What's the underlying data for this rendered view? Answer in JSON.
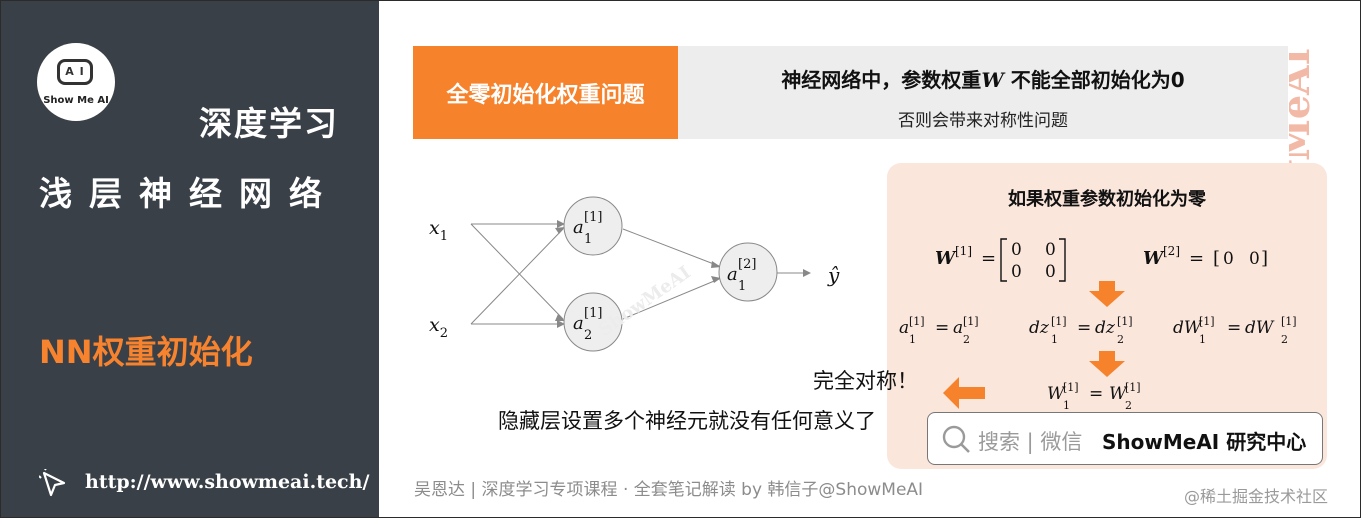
{
  "brand": {
    "logo_face": "A I",
    "logo_text": "Show Me AI"
  },
  "left": {
    "course": "深度学习",
    "topic": "浅层神经网络",
    "section": "NN权重初始化",
    "url": "http://www.showmeai.tech/"
  },
  "header": {
    "label": "全零初始化权重问题",
    "main_before": "神经网络中，参数权重",
    "main_symbol": "W",
    "main_after": " 不能全部初始化为0",
    "sub": "否则会带来对称性问题"
  },
  "vertical_watermark": "ShowMeAI",
  "diagram_watermark": "ShowMeAI",
  "network": {
    "inputs": [
      "x",
      "x"
    ],
    "input_subs": [
      "1",
      "2"
    ],
    "hidden_sup": "[1]",
    "hidden_subs": [
      "1",
      "2"
    ],
    "output_sup": "[2]",
    "output_sub": "1",
    "output_label": "ŷ"
  },
  "panel": {
    "title": "如果权重参数初始化为零",
    "W1_label": "W",
    "W1_sup": "[1]",
    "W1_matrix": [
      [
        "0",
        "0"
      ],
      [
        "0",
        "0"
      ]
    ],
    "W2_label": "W",
    "W2_sup": "[2]",
    "W2_matrix": [
      "0",
      "0"
    ],
    "equals": "=",
    "eq_a": {
      "lhs": "a",
      "rhs": "a",
      "sup": "[1]",
      "lsub": "1",
      "rsub": "2"
    },
    "eq_dz": {
      "lhs": "dz",
      "rhs": "dz",
      "sup": "[1]",
      "lsub": "1",
      "rsub": "2"
    },
    "eq_dW": {
      "lhs": "dW",
      "rhs": "dW",
      "sup": "[1]",
      "lsub": "1",
      "rsub": "2"
    },
    "eq_W": {
      "lhs": "W",
      "rhs": "W",
      "sup": "[1]",
      "lsub": "1",
      "rsub": "2"
    }
  },
  "symmetric_text": "完全对称！",
  "conclusion": "隐藏层设置多个神经元就没有任何意义了",
  "search": {
    "text": "搜索 | 微信",
    "brand": "ShowMeAI 研究中心"
  },
  "footer": "吴恩达 | 深度学习专项课程 · 全套笔记解读  by 韩信子@ShowMeAI",
  "juejin": "@稀土掘金技术社区",
  "colors": {
    "orange": "#f7822c",
    "dark_panel": "#3a4047",
    "pink": "#fbe6dc",
    "gray_box": "#ededed"
  }
}
